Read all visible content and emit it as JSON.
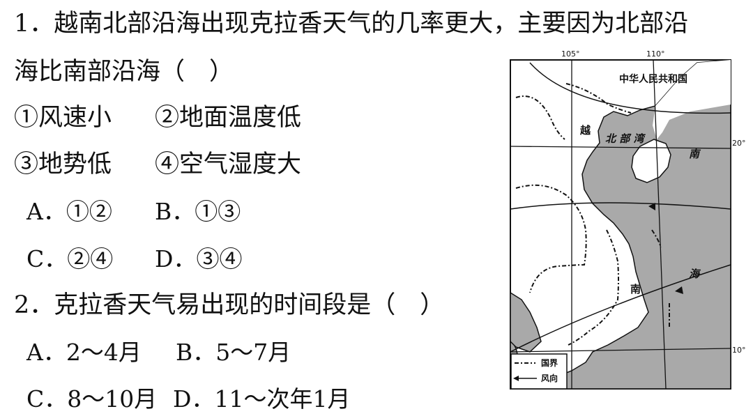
{
  "q1": {
    "line1": "1．越南北部沿海出现克拉香天气的几率更大，主要因为北部沿",
    "line2": "海比南部沿海（　）",
    "factors_row1": [
      "①风速小",
      "②地面温度低"
    ],
    "factors_row2": [
      "③地势低",
      "④空气湿度大"
    ],
    "choices_row1": [
      "A．①②",
      "B．①③"
    ],
    "choices_row2": [
      "C．②④",
      "D．③④"
    ]
  },
  "q2": {
    "stem": "2．克拉香天气易出现的时间段是（　）",
    "choices_row1": [
      "A．2～4月",
      "B．5～7月"
    ],
    "choices_row2": [
      "C．8～10月",
      "D．11～次年1月"
    ]
  },
  "map": {
    "lon_labels": [
      "105°",
      "110°"
    ],
    "lat_labels": [
      "20°",
      "10°"
    ],
    "country": "中华人民共和国",
    "vietnam_label_1": "越",
    "vietnam_label_2": "南",
    "gulf_label": "北 部 湾",
    "sea_label_1": "南",
    "sea_label_2": "海",
    "legend": {
      "border": "国界",
      "wind": "风向"
    },
    "colors": {
      "sea": "#a9a9a9",
      "land": "#ffffff",
      "line": "#111111"
    }
  }
}
